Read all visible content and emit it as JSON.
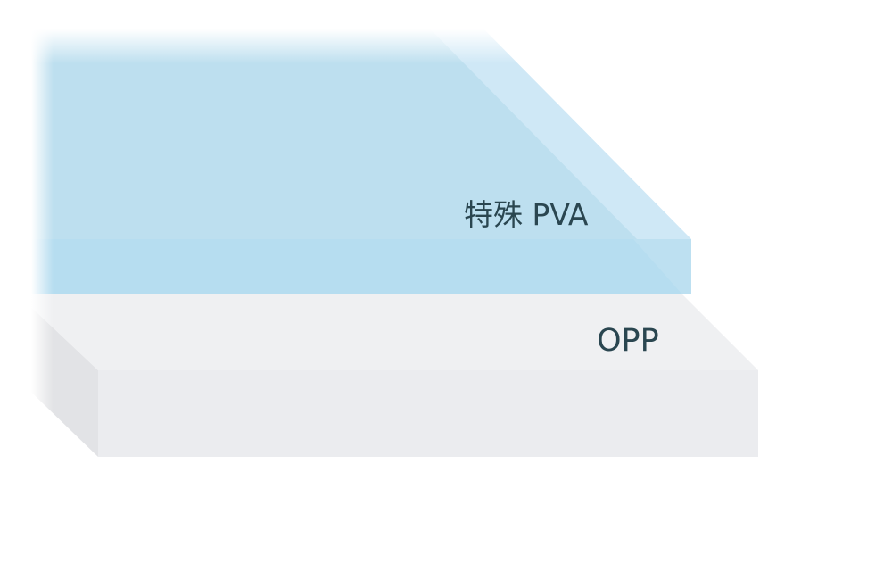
{
  "layers": [
    {
      "name": "PVA",
      "label": "特殊 PVA",
      "color": "#bfdfef"
    },
    {
      "name": "OPP",
      "label": "OPP",
      "color": "#eceef1"
    }
  ],
  "text_color": "#2a4650"
}
